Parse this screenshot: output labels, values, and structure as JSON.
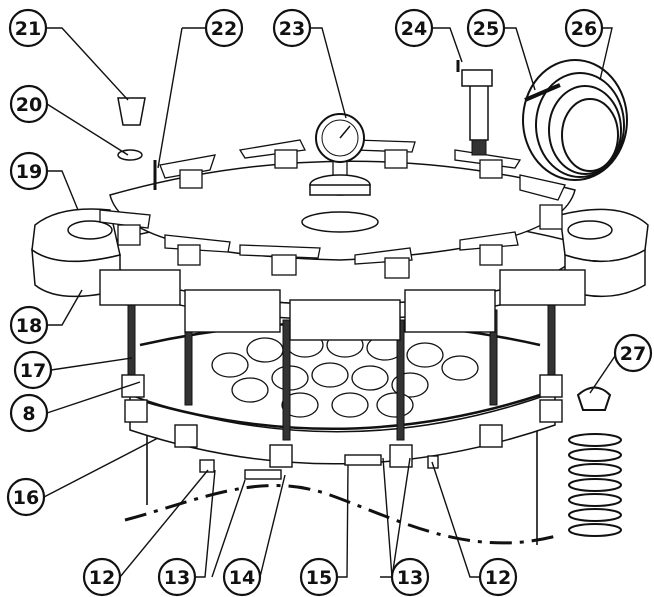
{
  "callouts": [
    {
      "label": "21"
    },
    {
      "label": "22"
    },
    {
      "label": "23"
    },
    {
      "label": "24"
    },
    {
      "label": "25"
    },
    {
      "label": "26"
    },
    {
      "label": "20"
    },
    {
      "label": "19"
    },
    {
      "label": "18"
    },
    {
      "label": "17"
    },
    {
      "label": "8"
    },
    {
      "label": "27"
    },
    {
      "label": "16"
    },
    {
      "label": "12"
    },
    {
      "label": "13"
    },
    {
      "label": "14"
    },
    {
      "label": "15"
    },
    {
      "label": "13"
    },
    {
      "label": "12"
    }
  ]
}
